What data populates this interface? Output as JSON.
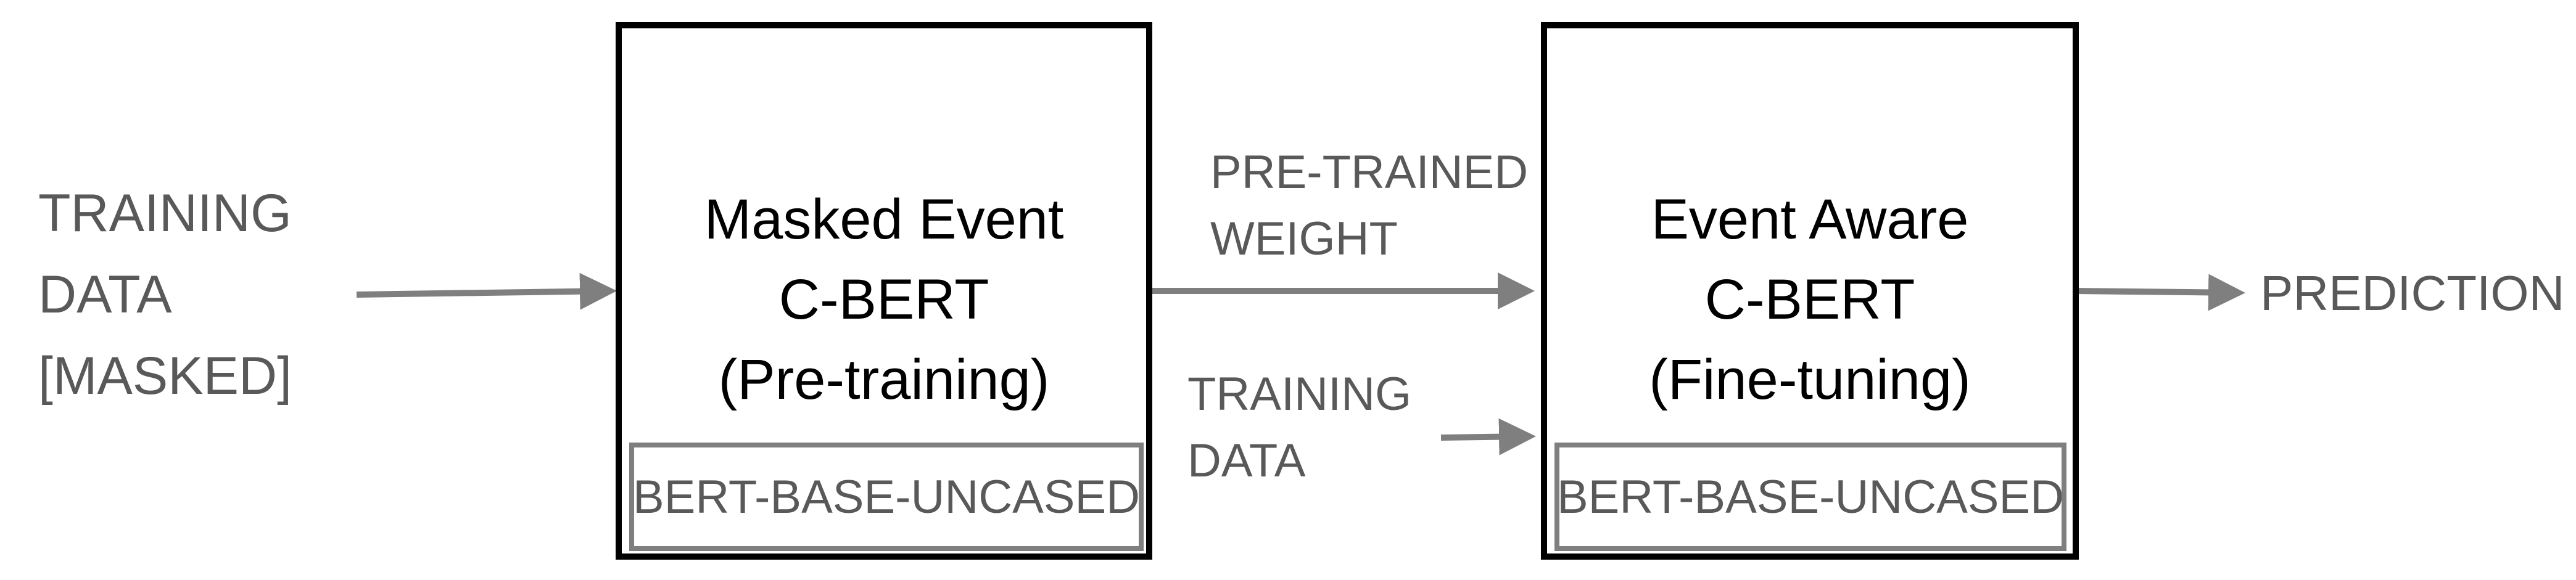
{
  "diagram": {
    "input_label": [
      "TRAINING",
      "DATA",
      "[MASKED]"
    ],
    "pretrain_box": {
      "title": [
        "Masked Event",
        "C-BERT",
        "(Pre-training)"
      ],
      "base_model": "BERT-BASE-UNCASED"
    },
    "weight_label": [
      "PRE-TRAINED",
      "WEIGHT"
    ],
    "training_data_label": [
      "TRAINING",
      "DATA"
    ],
    "finetune_box": {
      "title": [
        "Event Aware",
        "C-BERT",
        "(Fine-tuning)"
      ],
      "base_model": "BERT-BASE-UNCASED"
    },
    "output_label": "PREDICTION",
    "colors": {
      "box_border": "#000000",
      "inner_border": "#7f7f7f",
      "arrow": "#7f7f7f",
      "label_text": "#595959"
    }
  }
}
